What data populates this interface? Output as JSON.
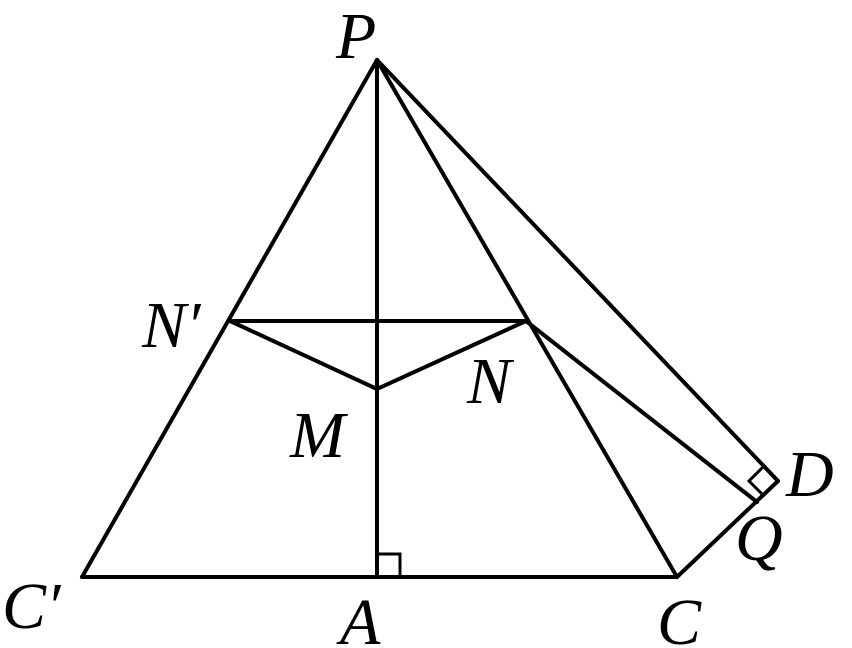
{
  "diagram": {
    "labels": {
      "P": "P",
      "N_prime": "N′",
      "N": "N",
      "M": "M",
      "D": "D",
      "Q": "Q",
      "C_prime": "C′",
      "A": "A",
      "C": "C"
    }
  }
}
